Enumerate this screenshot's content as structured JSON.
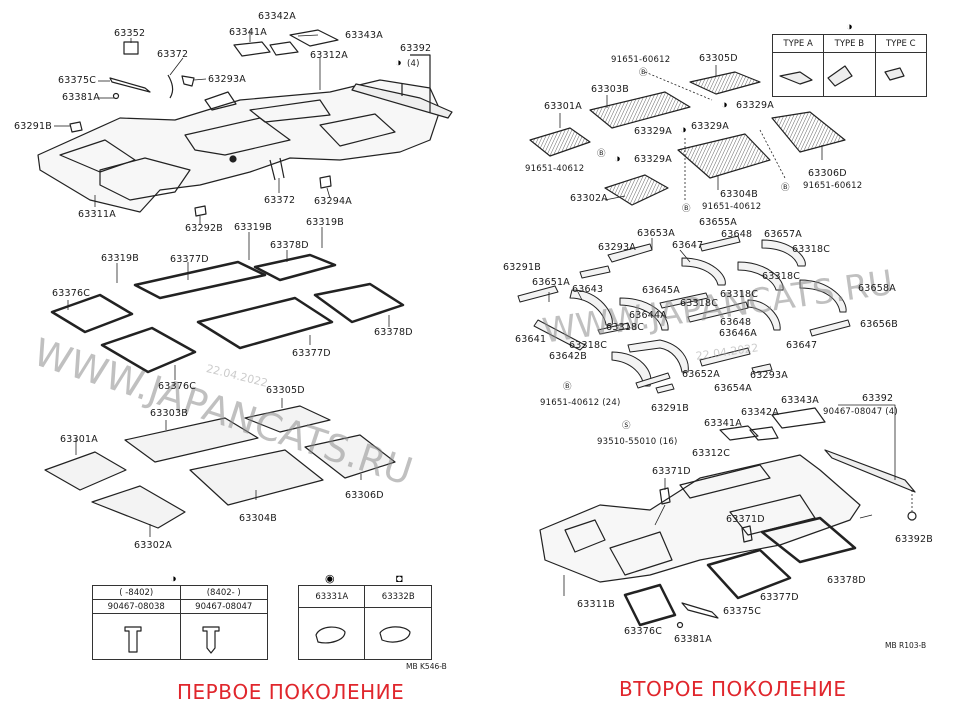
{
  "watermark": {
    "left": "WWW.JAPANCATS.RU",
    "left_date": "22.04.2022",
    "right": "WWW.JAPANCATS.RU",
    "right_date": "22.04.2022"
  },
  "first_gen": {
    "caption": "ПЕРВОЕ ПОКОЛЕНИЕ",
    "diagram_code": "MB K546-B",
    "labels": {
      "p63352": "63352",
      "p63372_top": "63372",
      "p63375C": "63375C",
      "p63381A": "63381A",
      "p63293A": "63293A",
      "p63291B": "63291B",
      "p63311A": "63311A",
      "p63292B": "63292B",
      "p63341A": "63341A",
      "p63342A": "63342A",
      "p63343A": "63343A",
      "p63312A": "63312A",
      "p63392": "63392",
      "p63392_qty": "(4)",
      "p63372_bot": "63372",
      "p63294A": "63294A",
      "p63319B_a": "63319B",
      "p63319B_b": "63319B",
      "p63319B_c": "63319B",
      "p63377D_a": "63377D",
      "p63378D_a": "63378D",
      "p63376C_a": "63376C",
      "p63377D_b": "63377D",
      "p63378D_b": "63378D",
      "p63376C_b": "63376C",
      "p63305D": "63305D",
      "p63303B": "63303B",
      "p63301A": "63301A",
      "p63306D": "63306D",
      "p63304B": "63304B",
      "p63302A": "63302A"
    },
    "clip_table": {
      "symbol": "half-circle-icon",
      "columns": [
        {
          "range": "(      -8402)",
          "part": "90467-08038"
        },
        {
          "range": "(8402-      )",
          "part": "90467-08047"
        }
      ]
    },
    "bracket_table": {
      "columns": [
        {
          "symbol": "dot-circle-icon",
          "part": "63331A"
        },
        {
          "symbol": "square-gear-icon",
          "part": "63332B"
        }
      ]
    }
  },
  "second_gen": {
    "caption": "ВТОРОЕ ПОКОЛЕНИЕ",
    "diagram_code": "MB R103-B",
    "type_table": {
      "symbol": "half-circle-icon",
      "headers": [
        "TYPE A",
        "TYPE B",
        "TYPE C"
      ]
    },
    "labels": {
      "p91651_60612_a": "91651-60612",
      "p63305D": "63305D",
      "p63303B": "63303B",
      "p63329A_a": "63329A",
      "p63301A": "63301A",
      "p63329A_b": "63329A",
      "p63329A_c": "63329A",
      "p63329A_d": "63329A",
      "p91651_40612_a": "91651-40612",
      "p63306D": "63306D",
      "p63302A": "63302A",
      "p63304B": "63304B",
      "p91651_60612_b": "91651-60612",
      "p91651_40612_b": "91651-40612",
      "p63655A": "63655A",
      "p63653A": "63653A",
      "p63648_a": "63648",
      "p63657A": "63657A",
      "p63647_a": "63647",
      "p63318C_a": "63318C",
      "p63293A_a": "63293A",
      "p63318C_b": "63318C",
      "p63291B_a": "63291B",
      "p63651A": "63651A",
      "p63643": "63643",
      "p63645A": "63645A",
      "p63318C_c": "63318C",
      "p63658A": "63658A",
      "p63318C_d": "63318C",
      "p63644A": "63644A",
      "p63648_b": "63648",
      "p63656B": "63656B",
      "p63641": "63641",
      "p63318C_e": "63318C",
      "p63646A": "63646A",
      "p63647_b": "63647",
      "p63318C_f": "63318C",
      "p63642B": "63642B",
      "p63652A": "63652A",
      "p63293A_b": "63293A",
      "p63654A": "63654A",
      "p91651_40612_c": "91651-40612 (24)",
      "p63291B_b": "63291B",
      "p93510": "93510-55010 (16)",
      "p63343A": "63343A",
      "p63342A": "63342A",
      "p63341A": "63341A",
      "p63392": "63392",
      "p90467": "90467-08047 (4)",
      "p63312C": "63312C",
      "p63371D_a": "63371D",
      "p63371D_b": "63371D",
      "p63392B": "63392B",
      "p63311B": "63311B",
      "p63378D": "63378D",
      "p63377D": "63377D",
      "p63375C": "63375C",
      "p63376C": "63376C",
      "p63381A": "63381A"
    }
  }
}
